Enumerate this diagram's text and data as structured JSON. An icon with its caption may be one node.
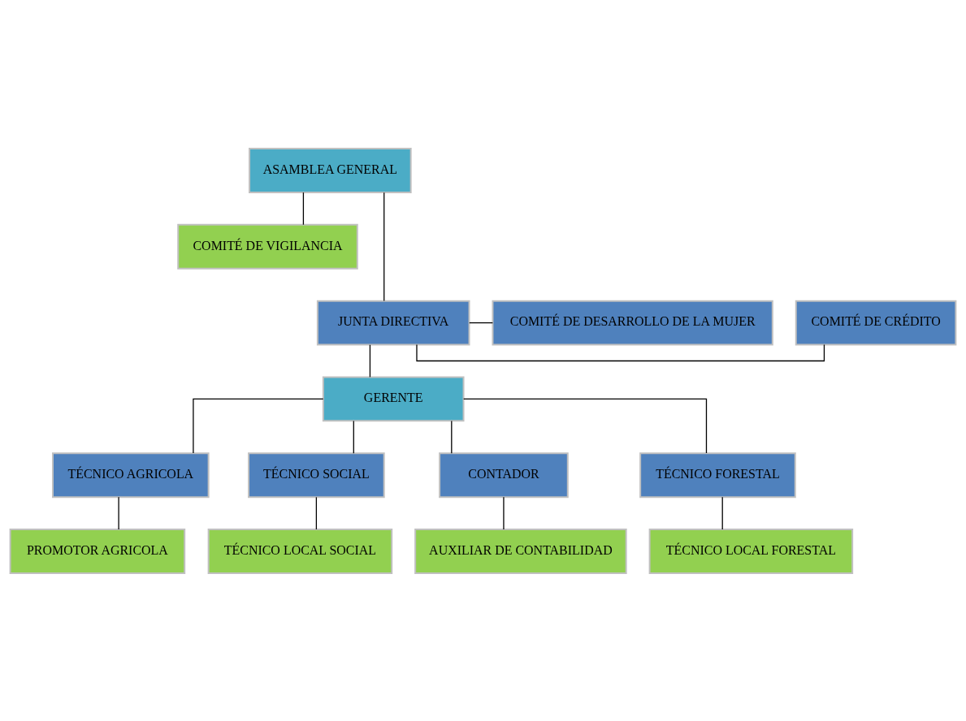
{
  "diagram": {
    "nodes": [
      {
        "text": [
          "ASAMBLEA GENERAL"
        ]
      },
      {
        "text": [
          "COMITÉ DE VIGILANCIA"
        ]
      },
      {
        "text": [
          "COMITÉ DE CRÉDITO"
        ]
      },
      {
        "text": [
          "JUNTA DIRECTIVA"
        ]
      },
      {
        "text": [
          "COMITÉ DE DESARROLLO DE LA MUJER"
        ]
      },
      {
        "text": [
          "GERENTE"
        ]
      },
      {
        "text": [
          "TÉCNICO AGRICOLA"
        ]
      },
      {
        "text": [
          "TÉCNICO SOCIAL"
        ]
      },
      {
        "text": [
          "CONTADOR"
        ]
      },
      {
        "text": [
          "TÉCNICO FORESTAL"
        ]
      },
      {
        "text": [
          "PROMOTOR AGRICOLA"
        ]
      },
      {
        "text": [
          "TÉCNICO LOCAL SOCIAL"
        ]
      },
      {
        "text": [
          "AUXILIAR DE CONTABILIDAD"
        ]
      },
      {
        "text": [
          "TÉCNICO LOCAL FORESTAL"
        ]
      }
    ],
    "edges": [
      {
        "from": 0,
        "to": 1,
        "arrow": "none"
      },
      {
        "from": 0,
        "to": 3,
        "arrow": "none"
      },
      {
        "from": 3,
        "to": 2,
        "arrow": "none"
      },
      {
        "from": 3,
        "to": 4,
        "arrow": "none"
      },
      {
        "from": 3,
        "to": 5,
        "arrow": "none"
      },
      {
        "from": 5,
        "to": 6,
        "arrow": "none"
      },
      {
        "from": 5,
        "to": 7,
        "arrow": "none"
      },
      {
        "from": 5,
        "to": 8,
        "arrow": "none"
      },
      {
        "from": 5,
        "to": 9,
        "arrow": "none"
      },
      {
        "from": 6,
        "to": 10,
        "arrow": "none"
      },
      {
        "from": 7,
        "to": 11,
        "arrow": "none"
      },
      {
        "from": 8,
        "to": 12,
        "arrow": "none"
      },
      {
        "from": 9,
        "to": 13,
        "arrow": "none"
      }
    ]
  }
}
